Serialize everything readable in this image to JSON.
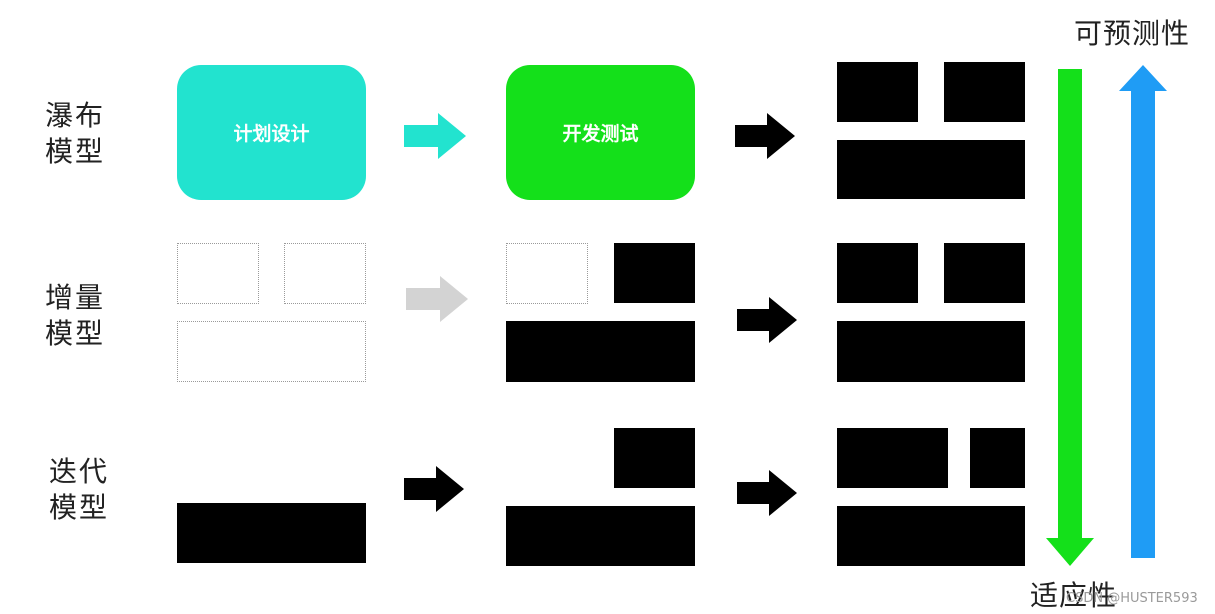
{
  "labels": {
    "waterfall": [
      "瀑布",
      "模型"
    ],
    "incremental": [
      "增量",
      "模型"
    ],
    "iterative": [
      "迭代",
      "模型"
    ]
  },
  "boxes": {
    "plan_design": "计划设计",
    "dev_test": "开发测试"
  },
  "axes": {
    "predictability": "可预测性",
    "adaptability": "适应性"
  },
  "watermark": "CSDN @HUSTER593",
  "colors": {
    "cyan": "#22e3cf",
    "green": "#14e01a",
    "gray_arrow": "#d3d3d3",
    "blue_arrow": "#1f9cf5",
    "black": "#000000"
  }
}
